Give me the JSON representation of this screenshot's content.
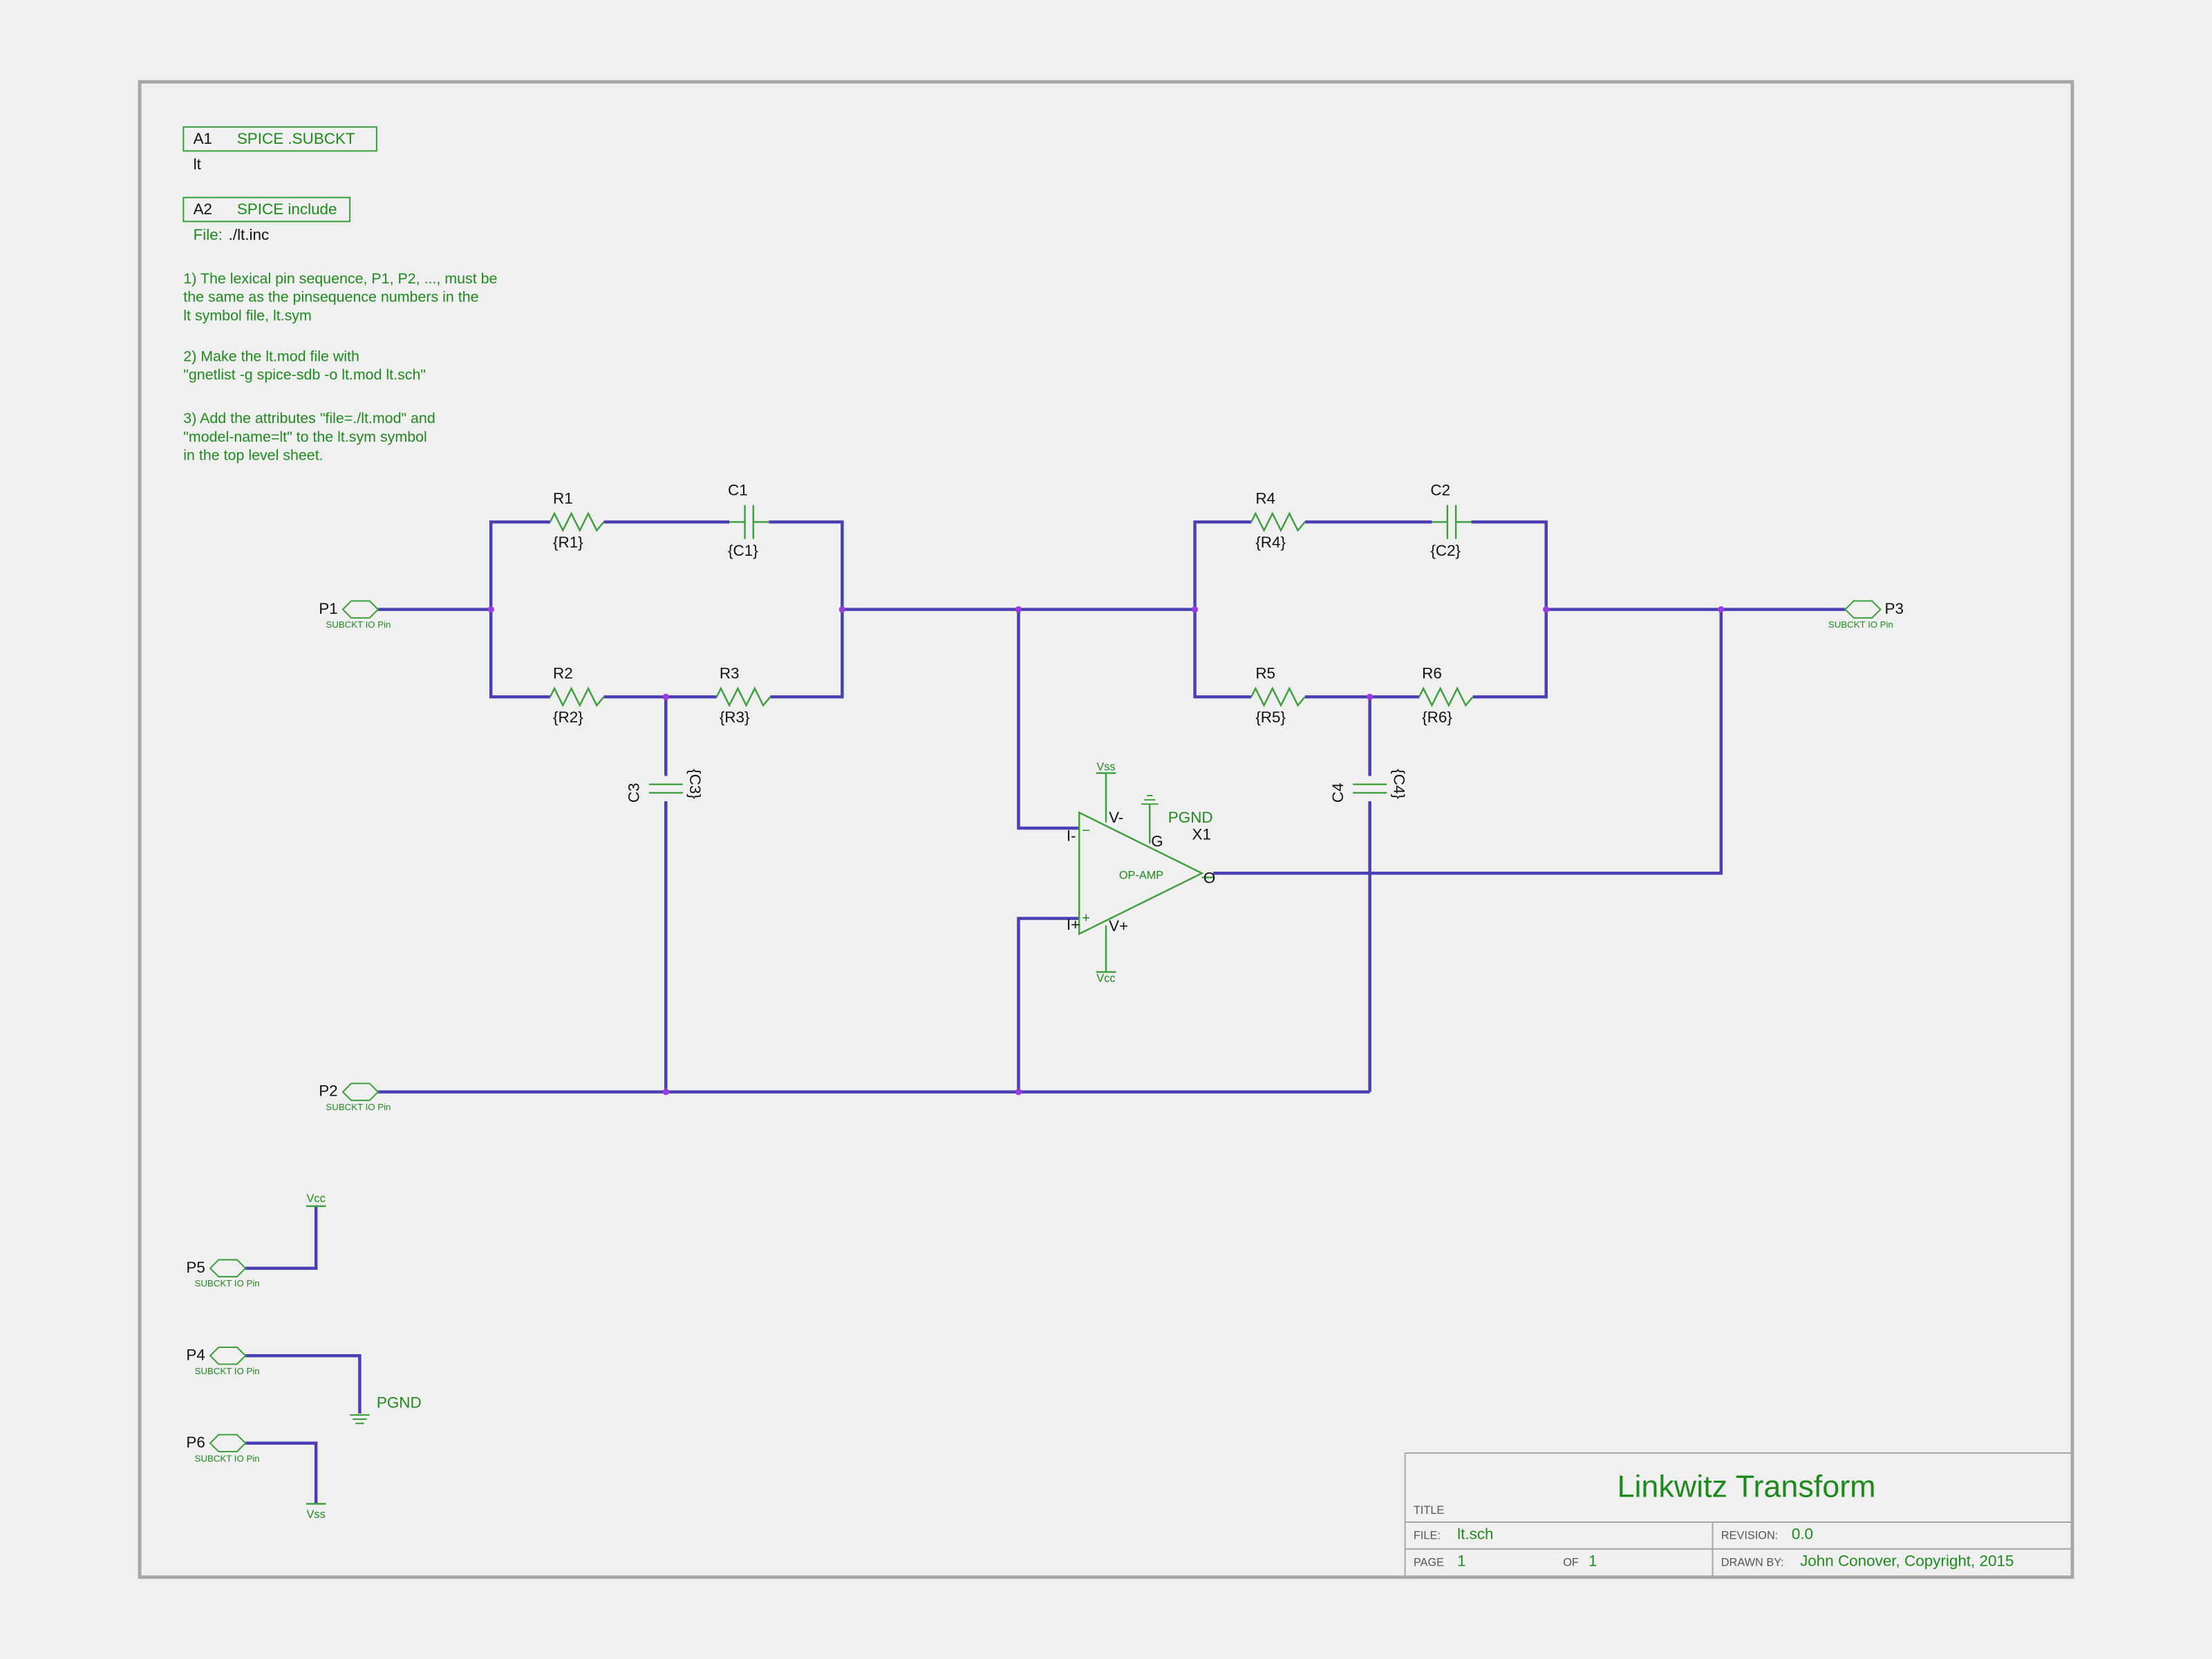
{
  "attrs": {
    "a1_ref": "A1",
    "a1_type": "SPICE .SUBCKT",
    "a1_value": "lt",
    "a2_ref": "A2",
    "a2_type": "SPICE include",
    "a2_file_label": "File:",
    "a2_file": "./lt.inc"
  },
  "notes": {
    "n1": [
      "1) The lexical pin sequence, P1, P2, ..., must be",
      "the same as the pinsequence numbers in the",
      "lt symbol file, lt.sym"
    ],
    "n2": [
      "2) Make the lt.mod file with",
      "\"gnetlist -g spice-sdb  -o lt.mod lt.sch\""
    ],
    "n3": [
      "3) Add the attributes \"file=./lt.mod\" and",
      "\"model-name=lt\" to the lt.sym symbol",
      "in the top level sheet."
    ]
  },
  "components": {
    "R1": {
      "ref": "R1",
      "value": "{R1}"
    },
    "R2": {
      "ref": "R2",
      "value": "{R2}"
    },
    "R3": {
      "ref": "R3",
      "value": "{R3}"
    },
    "R4": {
      "ref": "R4",
      "value": "{R4}"
    },
    "R5": {
      "ref": "R5",
      "value": "{R5}"
    },
    "R6": {
      "ref": "R6",
      "value": "{R6}"
    },
    "C1": {
      "ref": "C1",
      "value": "{C1}"
    },
    "C2": {
      "ref": "C2",
      "value": "{C2}"
    },
    "C3": {
      "ref": "C3",
      "value": "{C3}"
    },
    "C4": {
      "ref": "C4",
      "value": "{C4}"
    }
  },
  "pins": {
    "P1": "P1",
    "P2": "P2",
    "P3": "P3",
    "P4": "P4",
    "P5": "P5",
    "P6": "P6",
    "io_label": "SUBCKT IO Pin"
  },
  "opamp": {
    "ref": "X1",
    "body": "OP-AMP",
    "pin_inv": "I-",
    "pin_noninv": "I+",
    "pin_vneg": "V-",
    "pin_vpos": "V+",
    "pin_gnd": "G",
    "pin_out": "O",
    "minus_sign": "−",
    "plus_sign": "+"
  },
  "power": {
    "vss": "Vss",
    "vcc": "Vcc",
    "pgnd": "PGND"
  },
  "title_block": {
    "title_label": "TITLE",
    "title": "Linkwitz Transform",
    "file_label": "FILE:",
    "file": "lt.sch",
    "revision_label": "REVISION:",
    "revision": "0.0",
    "page_label": "PAGE",
    "page": "1",
    "of_label": "OF",
    "of": "1",
    "drawn_label": "DRAWN BY:",
    "drawn": "John Conover, Copyright, 2015"
  },
  "colors": {
    "wire": "#4b3fb4",
    "symbol": "#3f9f3f",
    "junction": "#9a3de0",
    "text": "#1e8a1e"
  }
}
